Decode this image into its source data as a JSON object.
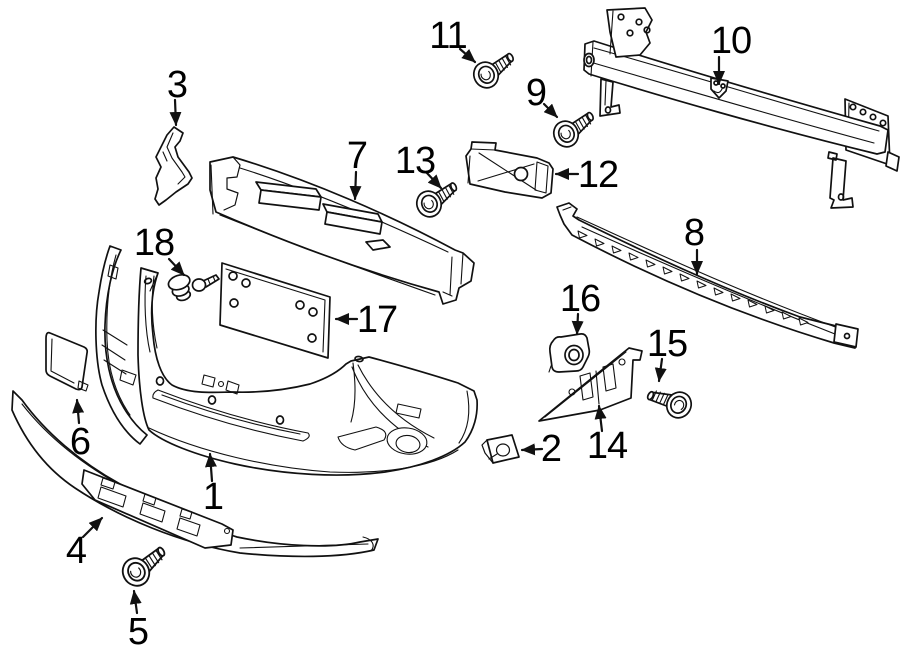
{
  "diagram": {
    "background_color": "#ffffff",
    "line_color": "#111111",
    "callouts": [
      {
        "number": "1"
      },
      {
        "number": "2"
      },
      {
        "number": "3"
      },
      {
        "number": "4"
      },
      {
        "number": "5"
      },
      {
        "number": "6"
      },
      {
        "number": "7"
      },
      {
        "number": "8"
      },
      {
        "number": "9"
      },
      {
        "number": "10"
      },
      {
        "number": "11"
      },
      {
        "number": "12"
      },
      {
        "number": "13"
      },
      {
        "number": "14"
      },
      {
        "number": "15"
      },
      {
        "number": "16"
      },
      {
        "number": "17"
      },
      {
        "number": "18"
      }
    ]
  }
}
